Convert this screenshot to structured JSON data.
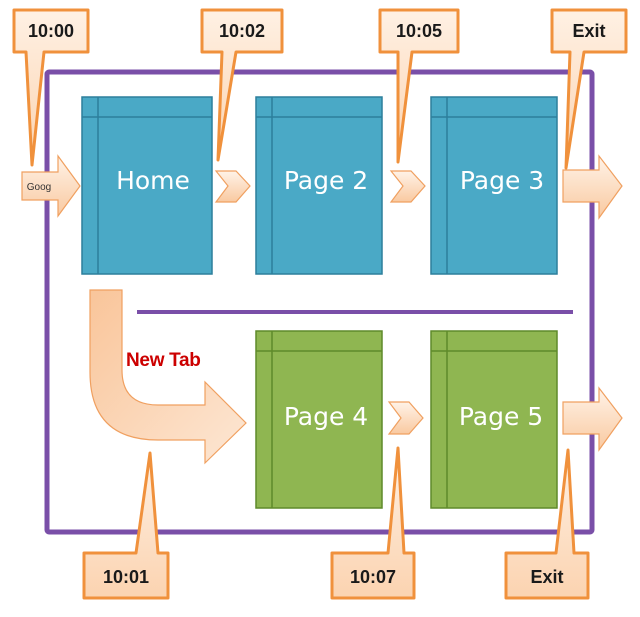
{
  "diagram": {
    "pages": {
      "home": "Home",
      "page2": "Page 2",
      "page3": "Page 3",
      "page4": "Page 4",
      "page5": "Page 5"
    },
    "entry_arrow_label": "Goog",
    "new_tab_label": "New Tab",
    "callouts": {
      "t1000": "10:00",
      "t1002": "10:02",
      "t1005": "10:05",
      "exit_top": "Exit",
      "t1001": "10:01",
      "t1007": "10:07",
      "exit_bottom": "Exit"
    },
    "colors": {
      "blue_page": "#4aa9c6",
      "green_page": "#8fb651",
      "frame": "#7a4fa8",
      "callout_fill": "#fde1c9",
      "callout_stroke": "#f0913c",
      "new_tab_text": "#cc0000"
    }
  }
}
